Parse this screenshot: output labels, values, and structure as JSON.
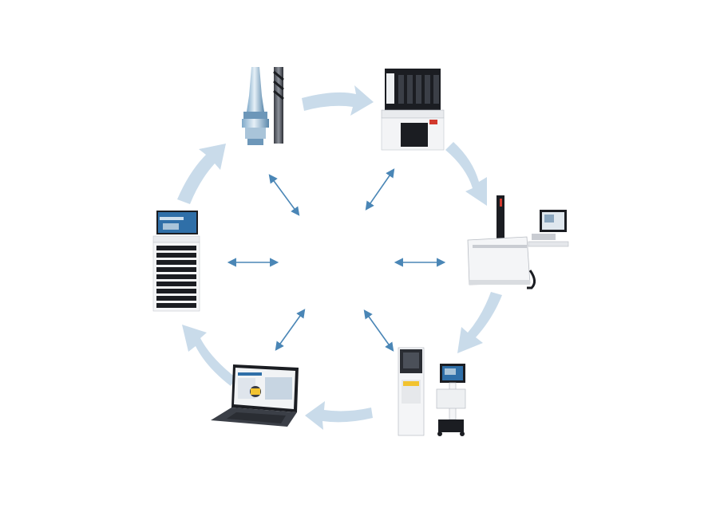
{
  "diagram": {
    "type": "workflow-cycle",
    "nodes": [
      {
        "id": "tool-holder-and-cutter",
        "icon": "tool-holder-icon"
      },
      {
        "id": "tool-assembly-machine",
        "icon": "shrink-fit-machine-icon"
      },
      {
        "id": "tool-presetter",
        "icon": "presetter-icon"
      },
      {
        "id": "cnc-machine-and-terminal",
        "icon": "machine-terminal-icon"
      },
      {
        "id": "software-laptop",
        "icon": "laptop-icon"
      },
      {
        "id": "tool-storage-cabinet",
        "icon": "storage-cabinet-icon"
      }
    ],
    "cycle_direction": "clockwise",
    "colors": {
      "cycle_arrow": "#c9dbea",
      "link_arrow": "#4a86b6",
      "machine_dark": "#1b1d22",
      "machine_light": "#f2f3f5",
      "screen_blue": "#2f6fa8"
    }
  }
}
